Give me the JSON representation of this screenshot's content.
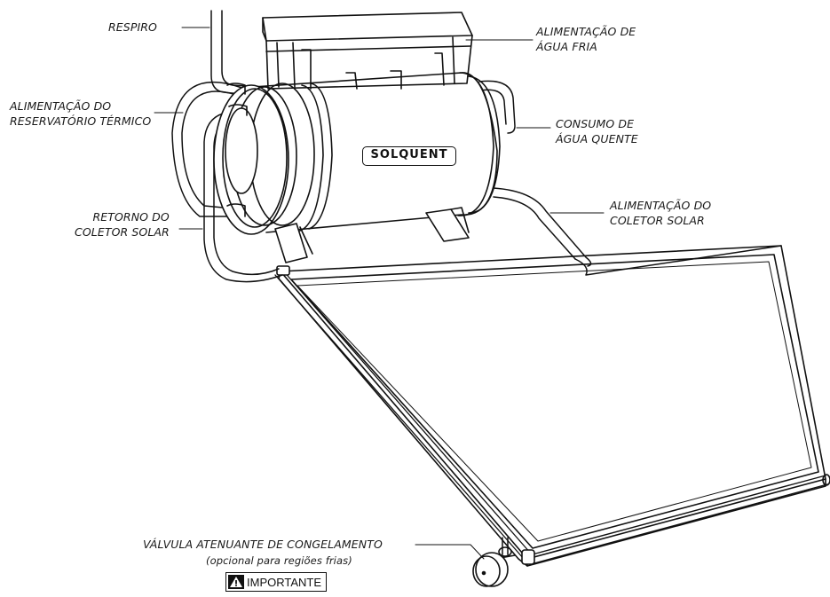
{
  "labels": {
    "respiro": "RESPIRO",
    "agua_fria": [
      "ALIMENTAÇÃO DE",
      "ÁGUA FRIA"
    ],
    "reservatorio": [
      "ALIMENTAÇÃO DO",
      "RESERVATÓRIO TÉRMICO"
    ],
    "consumo": [
      "CONSUMO DE",
      "ÁGUA QUENTE"
    ],
    "retorno": [
      "RETORNO DO",
      "COLETOR SOLAR"
    ],
    "coletor": [
      "ALIMENTAÇÃO DO",
      "COLETOR SOLAR"
    ],
    "valvula": "VÁLVULA ATENUANTE DE CONGELAMENTO",
    "valvula_note": "(opcional para regiões frias)",
    "important": "IMPORTANTE"
  },
  "brand": {
    "logo": "SOLQUENT"
  },
  "colors": {
    "line": "#111111",
    "background": "#ffffff"
  },
  "icons": {
    "warning": "warning-triangle-icon"
  }
}
